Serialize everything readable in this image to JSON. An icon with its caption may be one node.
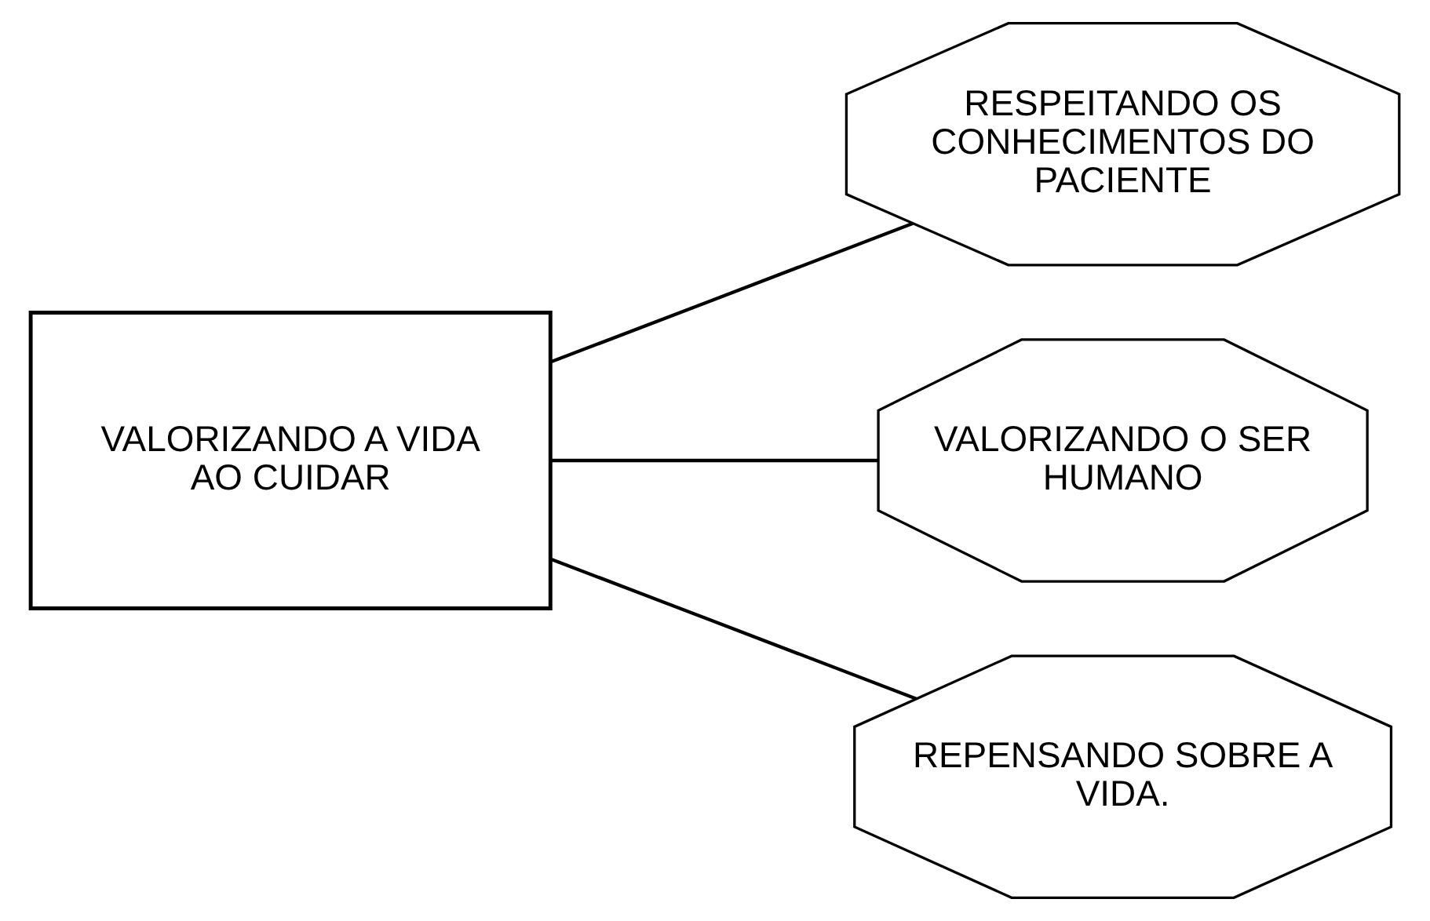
{
  "diagram": {
    "nodes": [
      {
        "text": [
          "VALORIZANDO A VIDA AO CUIDAR"
        ]
      },
      {
        "text": [
          "RESPEITANDO OS CONHECIMENTOS DO PACIENTE"
        ]
      },
      {
        "text": [
          "VALORIZANDO O SER HUMANO"
        ]
      },
      {
        "text": [
          "REPENSANDO SOBRE A VIDA."
        ]
      }
    ],
    "edges": [
      {
        "from": 0,
        "to": 1,
        "arrow": "none"
      },
      {
        "from": 0,
        "to": 2,
        "arrow": "none"
      },
      {
        "from": 0,
        "to": 3,
        "arrow": "none"
      }
    ]
  }
}
